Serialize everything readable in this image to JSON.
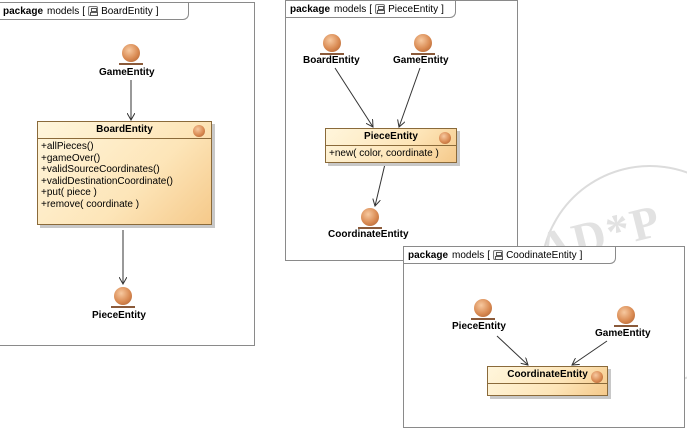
{
  "watermark": {
    "text": "AD*P"
  },
  "packages": [
    {
      "keyword": "package",
      "name": "models",
      "bracket_open": "[",
      "element": "BoardEntity",
      "bracket_close": "]",
      "entities": [
        "GameEntity",
        "PieceEntity"
      ],
      "class": {
        "name": "BoardEntity",
        "operations": [
          "+allPieces()",
          "+gameOver()",
          "+validSourceCoordinates()",
          "+validDestinationCoordinate()",
          "+put( piece )",
          "+remove( coordinate )"
        ]
      }
    },
    {
      "keyword": "package",
      "name": "models",
      "bracket_open": "[",
      "element": "PieceEntity",
      "bracket_close": "]",
      "entities": [
        "BoardEntity",
        "GameEntity",
        "CoordinateEntity"
      ],
      "class": {
        "name": "PieceEntity",
        "operations": [
          "+new( color, coordinate )"
        ]
      }
    },
    {
      "keyword": "package",
      "name": "models",
      "bracket_open": "[",
      "element": "CoodinateEntity",
      "bracket_close": "]",
      "entities": [
        "PieceEntity",
        "GameEntity"
      ],
      "class": {
        "name": "CoordinateEntity",
        "operations": []
      }
    }
  ]
}
